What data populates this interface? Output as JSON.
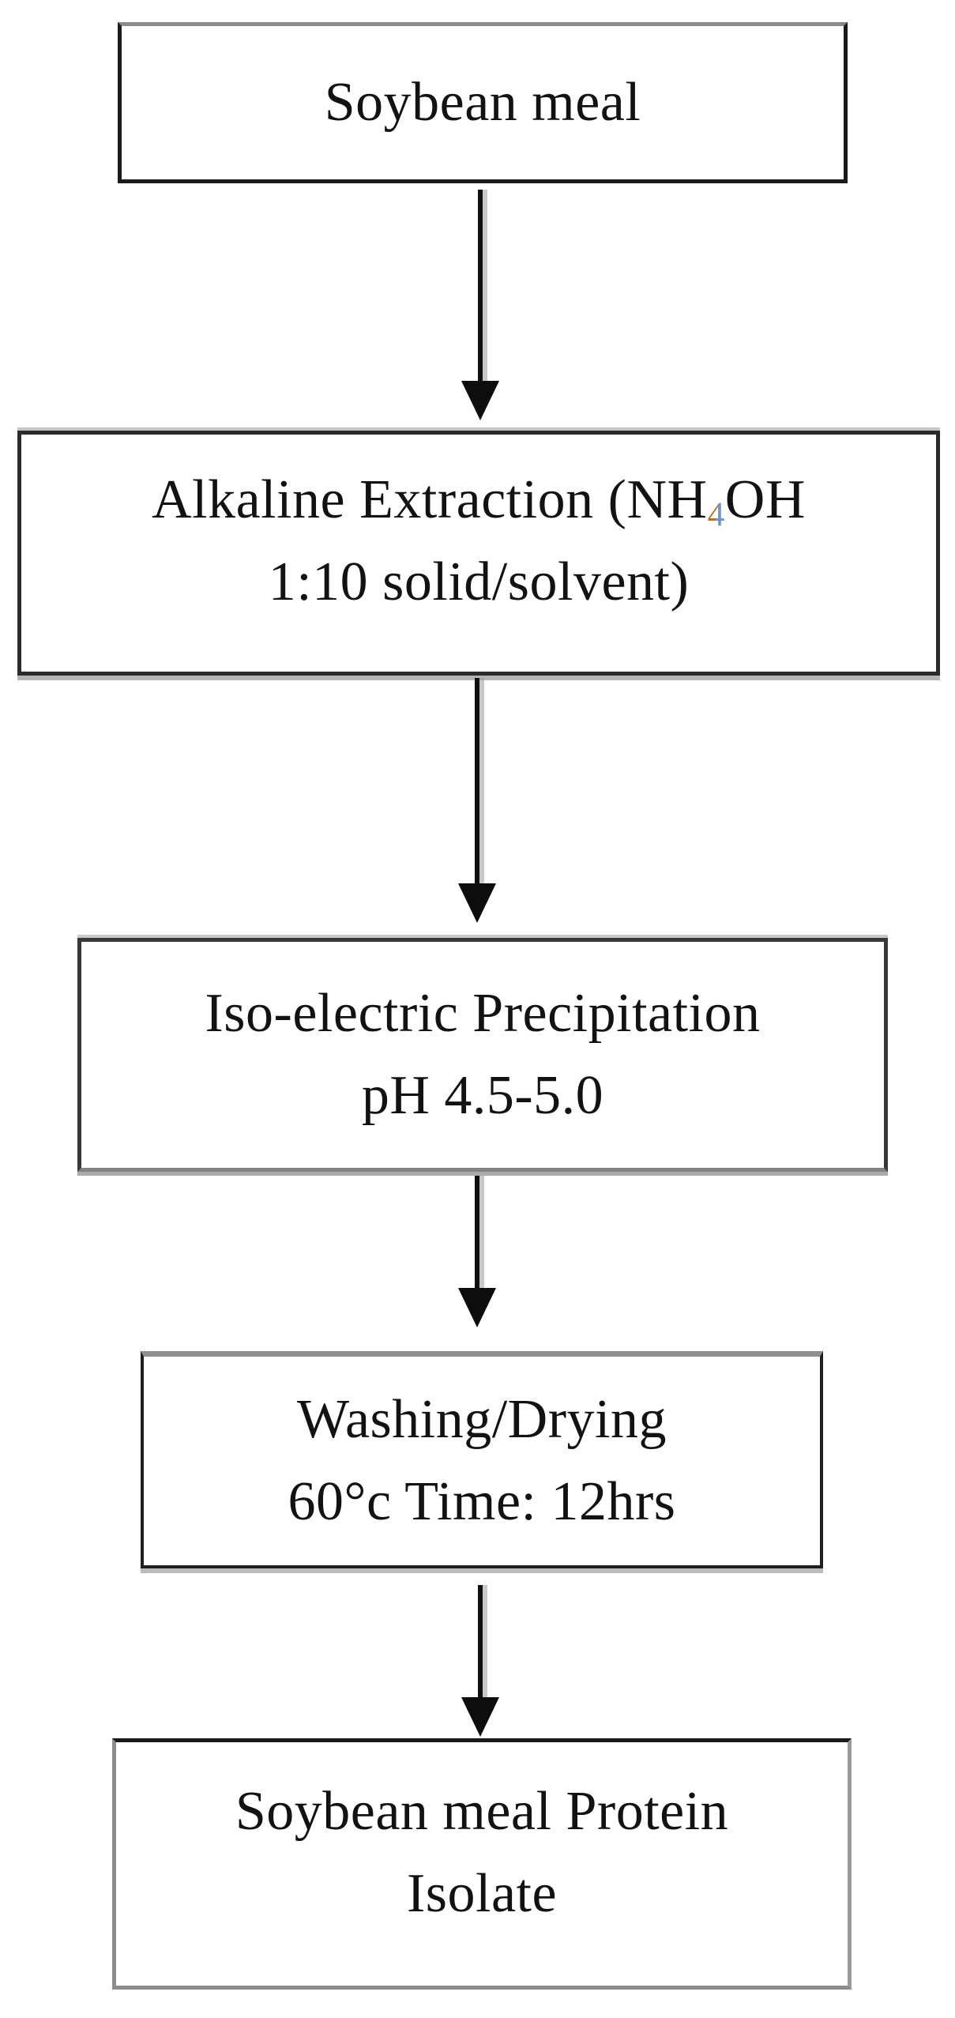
{
  "flowchart": {
    "description": "Soybean meal protein isolate extraction process flow diagram",
    "background_color": "#ffffff",
    "box_border_color": "#1f1f1f",
    "text_color": "#121212",
    "arrow_color": "#0d0d0d",
    "subscript_artifact_colors": {
      "orange": "#b5702c",
      "blue": "#6f94cc"
    },
    "steps": [
      {
        "name": "soybean-meal",
        "lines": [
          "Soybean meal"
        ]
      },
      {
        "name": "alkaline-extraction",
        "line1_prefix": "Alkaline Extraction (NH",
        "line1_subscript": "4",
        "line1_suffix": "OH",
        "line2": "1:10 solid/solvent)"
      },
      {
        "name": "iso-electric-precipitation",
        "lines": [
          "Iso-electric Precipitation",
          "pH 4.5-5.0"
        ]
      },
      {
        "name": "washing-drying",
        "lines": [
          "Washing/Drying",
          "60°c Time: 12hrs"
        ]
      },
      {
        "name": "soybean-meal-protein-isolate",
        "lines": [
          "Soybean meal Protein",
          "Isolate"
        ]
      }
    ]
  }
}
